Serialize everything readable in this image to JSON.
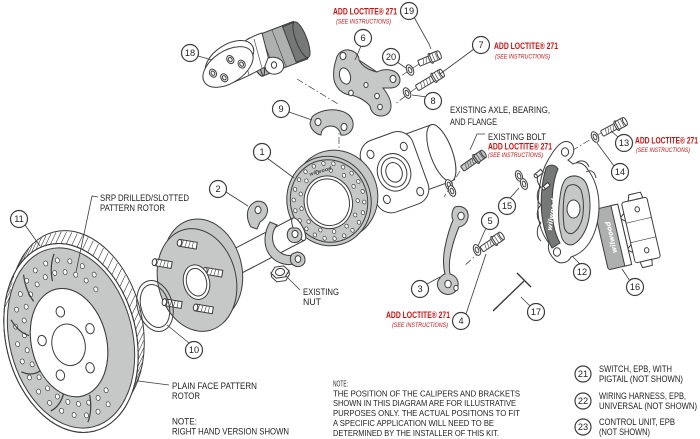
{
  "colors": {
    "accent_red": "#cc1010",
    "line": "#3c3c3c",
    "part_gray": "#c6c8c7",
    "part_gray_mid": "#aeb0af",
    "part_gray_dark": "#767877",
    "text": "#1e1e1e",
    "background": "#ffffff"
  },
  "brand": "wilwood",
  "callouts": [
    "1",
    "2",
    "3",
    "4",
    "5",
    "6",
    "7",
    "8",
    "9",
    "10",
    "11",
    "12",
    "13",
    "14",
    "15",
    "16",
    "17",
    "18",
    "19",
    "20"
  ],
  "labels": {
    "loctite": {
      "line1": "ADD LOCTITE® 271",
      "line2": "(SEE INSTRUCTIONS)"
    },
    "existing_axle": {
      "line1": "EXISTING AXLE, BEARING,",
      "line2": "AND FLANGE"
    },
    "existing_bolt": "EXISTING BOLT",
    "existing_nut": {
      "line1": "EXISTING",
      "line2": "NUT"
    },
    "srp_rotor": {
      "line1": "SRP DRILLED/SLOTTED",
      "line2": "PATTERN ROTOR"
    },
    "plain_rotor": {
      "line1": "PLAIN FACE PATTERN",
      "line2": "ROTOR"
    },
    "note_left": {
      "line1": "NOTE:",
      "line2": "RIGHT HAND VERSION SHOWN"
    },
    "note_main": {
      "line1": "NOTE:",
      "line2": "THE POSITION OF THE CALIPERS AND BRACKETS",
      "line3": "SHOWN IN THIS DIAGRAM ARE FOR ILLUSTRATIVE",
      "line4": "PURPOSES ONLY.  THE ACTUAL POSITIONS TO FIT",
      "line5": "A SPECIFIC APPLICATION WILL NEED TO BE",
      "line6": "DETERMINED BY THE INSTALLER OF THIS KIT."
    }
  },
  "epb_list": [
    {
      "num": "21",
      "line1": "SWITCH, EPB, WITH",
      "line2": "PIGTAIL (NOT SHOWN)"
    },
    {
      "num": "22",
      "line1": "WIRING HARNESS, EPB,",
      "line2": "UNIVERSAL (NOT SHOWN)"
    },
    {
      "num": "23",
      "line1": "CONTROL UNIT, EPB",
      "line2": "(NOT SHOWN)"
    }
  ]
}
